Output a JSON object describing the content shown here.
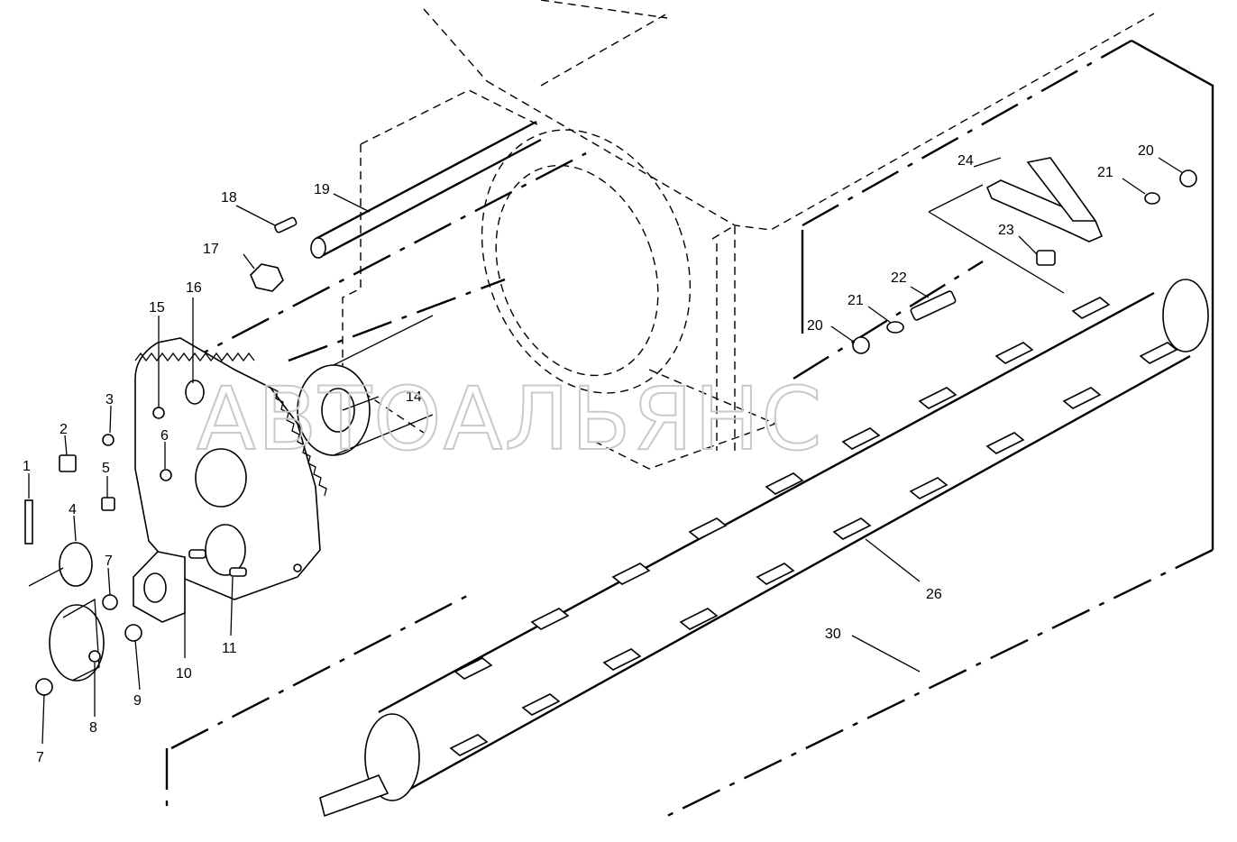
{
  "watermark": "АВТОАЛЬЯНС",
  "callouts": [
    "1",
    "2",
    "3",
    "4",
    "5",
    "6",
    "7",
    "7",
    "8",
    "9",
    "10",
    "11",
    "14",
    "15",
    "16",
    "17",
    "18",
    "19",
    "20",
    "20",
    "21",
    "21",
    "22",
    "23",
    "24",
    "26",
    "30"
  ]
}
